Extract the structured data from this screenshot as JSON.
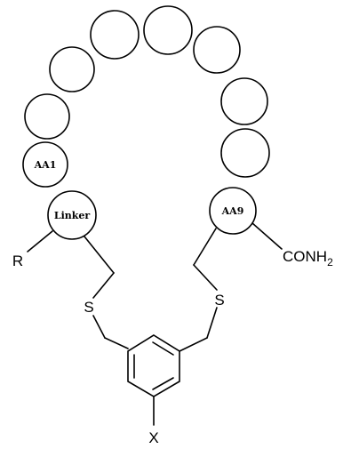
{
  "labels": {
    "aa1": "AA1",
    "linker": "Linker",
    "aa9": "AA9",
    "r": "R",
    "conh": "CONH",
    "conh_sub": "2",
    "s_left": "S",
    "s_right": "S",
    "x": "X"
  }
}
